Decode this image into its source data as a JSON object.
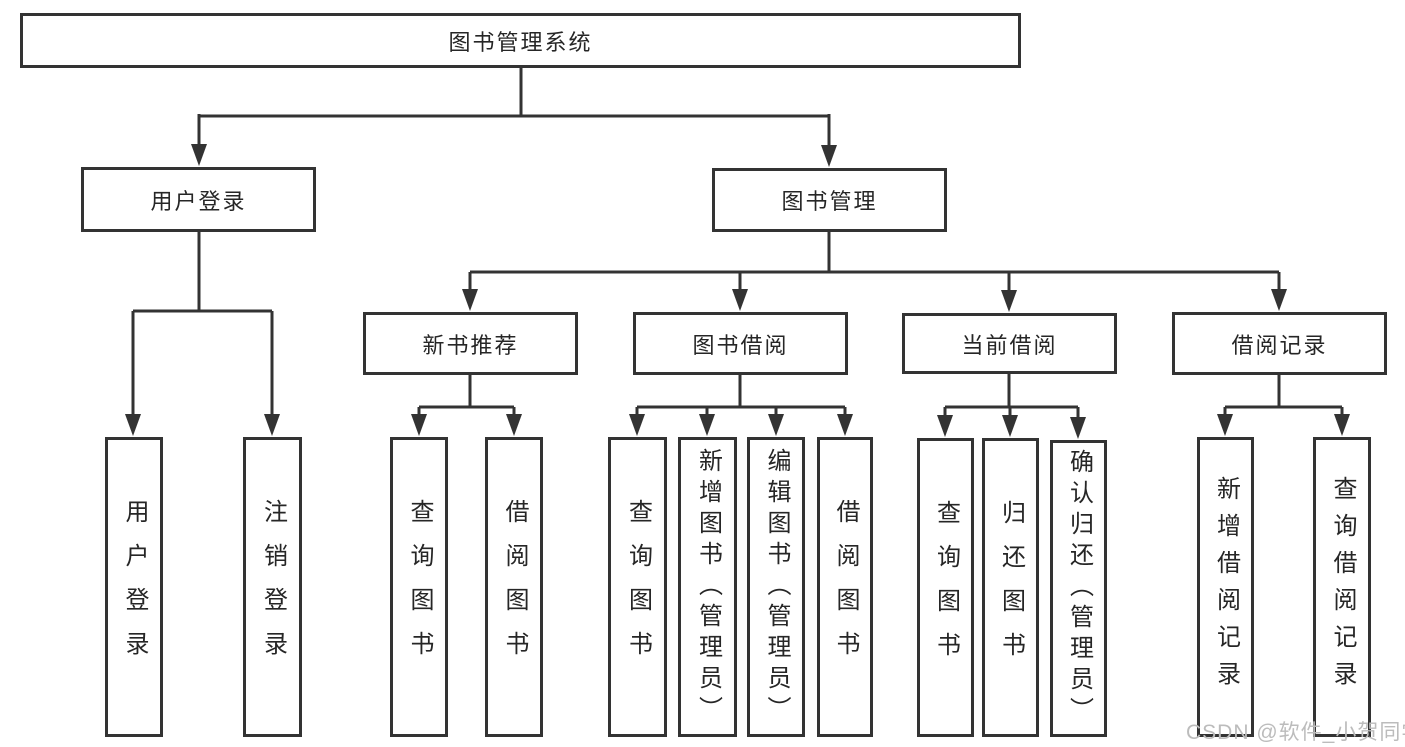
{
  "tree": {
    "label": "图书管理系统",
    "children": [
      {
        "label": "用户登录",
        "children": [
          {
            "label": "用户登录"
          },
          {
            "label": "注销登录"
          }
        ]
      },
      {
        "label": "图书管理",
        "children": [
          {
            "label": "新书推荐",
            "children": [
              {
                "label": "查询图书"
              },
              {
                "label": "借阅图书"
              }
            ]
          },
          {
            "label": "图书借阅",
            "children": [
              {
                "label": "查询图书"
              },
              {
                "label": "新增图书（管理员）"
              },
              {
                "label": "编辑图书（管理员）"
              },
              {
                "label": "借阅图书"
              }
            ]
          },
          {
            "label": "当前借阅",
            "children": [
              {
                "label": "查询图书"
              },
              {
                "label": "归还图书"
              },
              {
                "label": "确认归还（管理员）"
              }
            ]
          },
          {
            "label": "借阅记录",
            "children": [
              {
                "label": "新增借阅记录"
              },
              {
                "label": "查询借阅记录"
              }
            ]
          }
        ]
      }
    ]
  },
  "watermark": "CSDN @软件_小贺同学",
  "colors": {
    "line": "#333333",
    "border": "#333333",
    "text": "#262626",
    "watermark": "#bcbcbc",
    "background": "#ffffff"
  }
}
